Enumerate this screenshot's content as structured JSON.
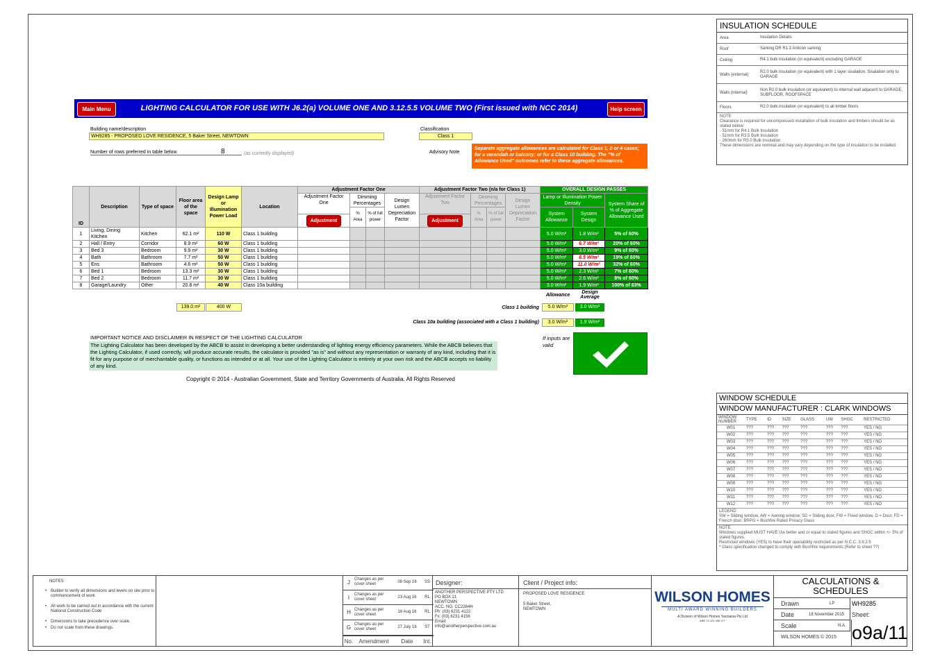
{
  "calculator": {
    "main_menu": "Main Menu",
    "title": "LIGHTING CALCULATOR FOR USE WITH J6.2(a) VOLUME ONE AND 3.12.5.5 VOLUME TWO (First issued with NCC 2014)",
    "help": "Help screen",
    "building_label": "Building name/description",
    "building_value": "WH9285 - PROPOSED LOVE RESIDENCE, 5 Baker Street, NEWTOWN",
    "classification_label": "Classification",
    "classification_value": "Class 1",
    "rows_label": "Number of rows preferred in table below",
    "rows_value": "8",
    "rows_note": "(as currently displayed)",
    "advisory_label": "Advisory Note",
    "advisory_text": "Separate aggregate allowances are calculated for Class 1, 2 or 4 cases; for a verandah or balcony; or for a Class 10 building. The \"% of Allowance Used\" outcomes refer to these aggregate allowances.",
    "headers": {
      "id": "ID",
      "description": "Description",
      "type": "Type of space",
      "area": "Floor area of the space",
      "load": "Design Lamp or Illumination Power Load",
      "location": "Location",
      "adj1": "Adjustment Factor One",
      "adj1_one": "Adjustment Factor One",
      "dimming": "Dimming Percentages",
      "pct_area": "% Area",
      "pct_power": "% of full power",
      "lumen": "Design Lumen Depreciation Factor",
      "adj2": "Adjustment Factor Two (n/a for Class 1)",
      "adj2_two": "Adjustment Factor Two",
      "dimming2": "Dimming Percentages",
      "pct_area2": "% Area",
      "pct_power2": "% of full power",
      "lumen2": "Design Lumen Depreciation Factor",
      "overall": "OVERALL DESIGN PASSES",
      "density": "Lamp or Illumination Power Density",
      "sys_allow": "System Allowance",
      "sys_design": "System Design",
      "share": "System Share of % of Aggregate Allowance Used",
      "adjust_btn": "Adjustment"
    },
    "rows": [
      {
        "id": "1",
        "desc": "Living, Dining Kitchen",
        "type": "Kitchen",
        "area": "62.1 m²",
        "load": "110 W",
        "loc": "Class 1 building",
        "allow": "5.0 W/m²",
        "design": "1.8 W/m²",
        "share": "5% of 60%"
      },
      {
        "id": "2",
        "desc": "Hall / Entry",
        "type": "Corridor",
        "area": "8.9 m²",
        "load": "60 W",
        "loc": "Class 1 building",
        "allow": "5.0 W/m²",
        "design": "6.7 W/m²",
        "share": "20% of 60%"
      },
      {
        "id": "3",
        "desc": "Bed 3",
        "type": "Bedroom",
        "area": "9.9 m²",
        "load": "30 W",
        "loc": "Class 1 building",
        "allow": "5.0 W/m²",
        "design": "3.0 W/m²",
        "share": "9% of 60%"
      },
      {
        "id": "4",
        "desc": "Bath",
        "type": "Bathroom",
        "area": "7.7 m²",
        "load": "50 W",
        "loc": "Class 1 building",
        "allow": "5.0 W/m²",
        "design": "6.5 W/m²",
        "share": "19% of 60%"
      },
      {
        "id": "5",
        "desc": "Ens",
        "type": "Bathroom",
        "area": "4.6 m²",
        "load": "50 W",
        "loc": "Class 1 building",
        "allow": "5.0 W/m²",
        "design": "11.0 W/m²",
        "share": "32% of 60%"
      },
      {
        "id": "6",
        "desc": "Bed 1",
        "type": "Bedroom",
        "area": "13.3 m²",
        "load": "30 W",
        "loc": "Class 1 building",
        "allow": "5.0 W/m²",
        "design": "2.3 W/m²",
        "share": "7% of 60%"
      },
      {
        "id": "7",
        "desc": "Bed 2",
        "type": "Bedroom",
        "area": "11.7 m²",
        "load": "30 W",
        "loc": "Class 1 building",
        "allow": "5.0 W/m²",
        "design": "2.6 W/m²",
        "share": "8% of 60%"
      },
      {
        "id": "8",
        "desc": "Garage/Laundry",
        "type": "Other",
        "area": "20.8 m²",
        "load": "40 W",
        "loc": "Class 10a building",
        "allow": "3.0 W/m²",
        "design": "1.9 W/m²",
        "share": "100% of 63%"
      }
    ],
    "totals": {
      "area": "139.0 m²",
      "load": "400 W"
    },
    "summary": {
      "allowance_hd": "Allowance",
      "design_hd": "Design Average",
      "class1_label": "Class 1 building",
      "class1_allow": "5.0 W/m²",
      "class1_design": "3.0 W/m²",
      "class10_label": "Class 10a building (associated with a Class 1 building)",
      "class10_allow": "3.0 W/m²",
      "class10_design": "1.9 W/m²"
    },
    "notice_title": "IMPORTANT NOTICE AND DISCLAIMER IN RESPECT OF THE LIGHTING CALCULATOR",
    "notice_body": "The Lighting Calculator has been developed by the ABCB to assist in developing a better understanding of lighting energy efficiency parameters. While the ABCB believes that the Lighting Calculator, if used correctly, will produce accurate results, the calculator is provided \"as is\" and without any representation or warranty of any kind, including that it is fit for any purpose or of merchantable quality, or functions as intended or at all. Your use of the Lighting Calculator is entirely at your own risk and the ABCB accepts no liability of any kind.",
    "valid_note": "If inputs are valid",
    "copyright": "Copyright © 2014 - Australian Government, State and Territory Governments of Australia. All Rights Reserved"
  },
  "insulation": {
    "title": "INSULATION SCHEDULE",
    "rows": [
      {
        "k": "Area",
        "v": "Insulation Details"
      },
      {
        "k": "Roof",
        "v": "Sarking DR R1.3 Anticon sarking"
      },
      {
        "k": "Ceiling",
        "v": "R4.1 bulk insulation (or equivalent) excluding GARAGE"
      },
      {
        "k": "Walls (external)",
        "v": "R2.0 bulk insulation (or equivalent) with 1 layer sisalation; Sisalation only to GARAGE"
      },
      {
        "k": "Walls (internal)",
        "v": "Non R2.0 bulk insulation (or equivalent) to internal wall adjacent to GARAGE, SUBFLOOR, ROOFSPACE"
      },
      {
        "k": "Floors",
        "v": "R2.0 bulk insulation (or equivalent) to all timber floors"
      }
    ],
    "note": "NOTE\nClearance is required for uncompressed installation of bulk insulation and timbers should be as stated below:\n- 51mm for R4.1 Bulk Insulation\n- 51mm for R3.5 Bulk Insulation\n- 260mm for R5.0 Bulk Insulation\nThese dimensions are nominal and may vary depending on the type of insulation to be installed."
  },
  "windows": {
    "title": "WINDOW SCHEDULE",
    "manufacturer": "WINDOW MANUFACTURER : CLARK WINDOWS",
    "headers": [
      "WINDOW NUMBER",
      "TYPE",
      "ID",
      "SIZE",
      "GLASS",
      "UW",
      "SHGC",
      "RESTRICTED"
    ],
    "rows": [
      [
        "W01",
        "???",
        "???",
        "???",
        "???",
        "???",
        "???",
        "YES / NO"
      ],
      [
        "W02",
        "???",
        "???",
        "???",
        "???",
        "???",
        "???",
        "YES / NO"
      ],
      [
        "W03",
        "???",
        "???",
        "???",
        "???",
        "???",
        "???",
        "YES / NO"
      ],
      [
        "W04",
        "???",
        "???",
        "???",
        "???",
        "???",
        "???",
        "YES / NO"
      ],
      [
        "W05",
        "???",
        "???",
        "???",
        "???",
        "???",
        "???",
        "YES / NO"
      ],
      [
        "W06",
        "???",
        "???",
        "???",
        "???",
        "???",
        "???",
        "YES / NO"
      ],
      [
        "W07",
        "???",
        "???",
        "???",
        "???",
        "???",
        "???",
        "YES / NO"
      ],
      [
        "W08",
        "???",
        "???",
        "???",
        "???",
        "???",
        "???",
        "YES / NO"
      ],
      [
        "W09",
        "???",
        "???",
        "???",
        "???",
        "???",
        "???",
        "YES / NO"
      ],
      [
        "W10",
        "???",
        "???",
        "???",
        "???",
        "???",
        "???",
        "YES / NO"
      ],
      [
        "W11",
        "???",
        "???",
        "???",
        "???",
        "???",
        "???",
        "YES / NO"
      ],
      [
        "W12",
        "???",
        "???",
        "???",
        "???",
        "???",
        "???",
        "YES / NO"
      ]
    ],
    "legend": "LEGEND\nSW = Sliding window, AW = Awning window, SD = Sliding door, FW = Fixed window, D = Door, FD = French door, BRPG = Bushfire Rated Privacy Glass",
    "note": "NOTE\nWindows supplied MUST HAVE Uw better and or equal to stated figures and SHGC within +/- 5% of stated figures.\nRestricted windows (YES) to have their openability restricted as per N.C.C. 3.9.2.5\n* Glass specification changed to comply with Bushfire requirements (Refer to sheet ??)"
  },
  "titleblock": {
    "notes_title": "NOTES",
    "notes": [
      "Builder to verify all dimensions and levels on site prior to commencement of work",
      "All work to be carried out in accordance with the current National Construction Code",
      "Dimensions to take precedence over scale.",
      "Do not scale from these drawings."
    ],
    "revisions": [
      {
        "rev": "J",
        "desc": "Changes as per cover sheet",
        "date": "08 Sep 16",
        "init": "SS"
      },
      {
        "rev": "I",
        "desc": "Changes as per cover sheet",
        "date": "23 Aug 16",
        "init": "RL"
      },
      {
        "rev": "H",
        "desc": "Changes as per cover sheet",
        "date": "16 Aug 16",
        "init": "RL"
      },
      {
        "rev": "G",
        "desc": "Changes as per cover sheet",
        "date": "27 July 16",
        "init": "ST"
      }
    ],
    "rev_headers": {
      "no": "No.",
      "amend": "Amendment",
      "date": "Date",
      "init": "Int."
    },
    "designer_hd": "Designer:",
    "designer": "ANOTHER PERSPECTIVE PTY LTD\nPO BOX 21\nNEWTOWN\nACC. NO. CC2264H\nPh: (03) 6231 4122\nFx: (03) 6231 4156\nEmail:\ninfo@anotherperspective.com.au",
    "client_hd": "Client / Project info:",
    "client": "PROPOSED LOVE RESIDENCE",
    "client_addr": "5 Baker Street,\nNEWTOWN",
    "brand": "WILSON HOMES",
    "brand_tag": "MULTI AWARD WINNING BUILDERS",
    "brand_sub": "A Division of Wilson Homes Tasmania Pty Ltd",
    "brand_abn": "ABN 74 124 456 977",
    "sheet_title": "CALCULATIONS & SCHEDULES",
    "drawn_label": "Drawn",
    "drawn_val": "LP",
    "job": "WH9285",
    "date_label": "Date",
    "date_val": "18 November 2015",
    "sheet_label": "Sheet:",
    "scale_label": "Scale",
    "scale_val": "N.A.",
    "copyright": "WILSON HOMES © 2015",
    "sheet_no": "o9a/11"
  }
}
